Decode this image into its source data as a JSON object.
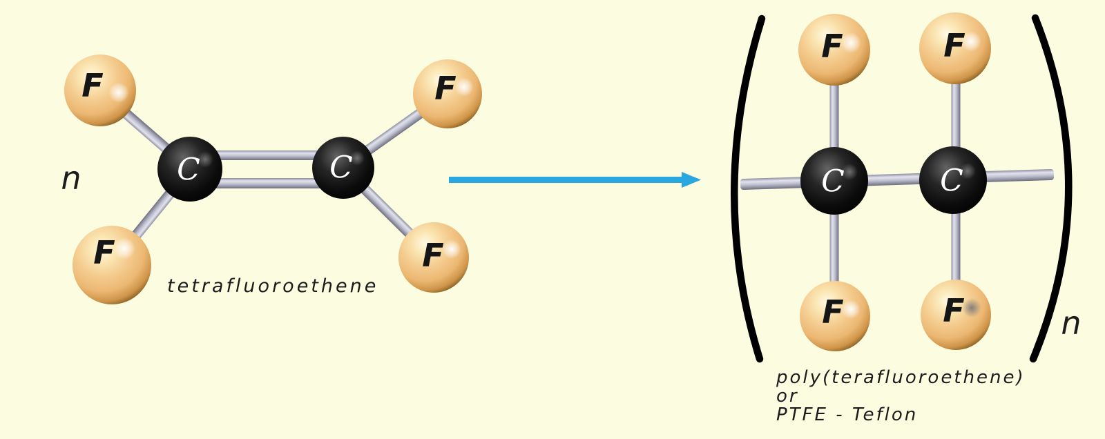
{
  "atoms": {
    "carbon": "C",
    "fluorine": "F"
  },
  "monomer": {
    "coefficient": "n",
    "caption": "tetrafluoroethene"
  },
  "polymer": {
    "subscript": "n",
    "caption_line1": "poly(terafluoroethene)",
    "caption_line2": "or",
    "caption_line3": "PTFE - Teflon"
  },
  "colors": {
    "background": "#FBFCE0",
    "fluorine_sphere": "#F2C98E",
    "carbon_sphere": "#0A0A0A",
    "bond": "#BBBCCB",
    "bracket": "#000000",
    "arrow": "#2AA7DF",
    "text": "#1B1B1B"
  }
}
